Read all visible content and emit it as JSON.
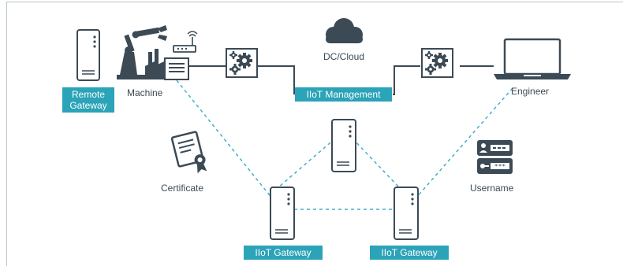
{
  "remote_gateway": {
    "label_line1": "Remote",
    "label_line2": "Gateway"
  },
  "machine": {
    "label": "Machine"
  },
  "cloud": {
    "label": "DC/Cloud"
  },
  "management": {
    "label": "IIoT Management"
  },
  "engineer": {
    "label": "Engineer"
  },
  "certificate": {
    "label": "Certificate"
  },
  "username": {
    "label": "Username"
  },
  "gateway_left": {
    "label": "IIoT Gateway"
  },
  "gateway_right": {
    "label": "IIoT Gateway"
  },
  "colors": {
    "icon_dark": "#3b4a55",
    "accent_teal": "#2ba3b8",
    "dashed_link": "#3fb0c8",
    "frame": "#b9c6cc"
  },
  "icons": [
    "server-icon",
    "robot-arm-icon",
    "factory-icon",
    "router-icon",
    "gears-icon",
    "cloud-icon",
    "laptop-icon",
    "certificate-icon",
    "credentials-icon"
  ]
}
